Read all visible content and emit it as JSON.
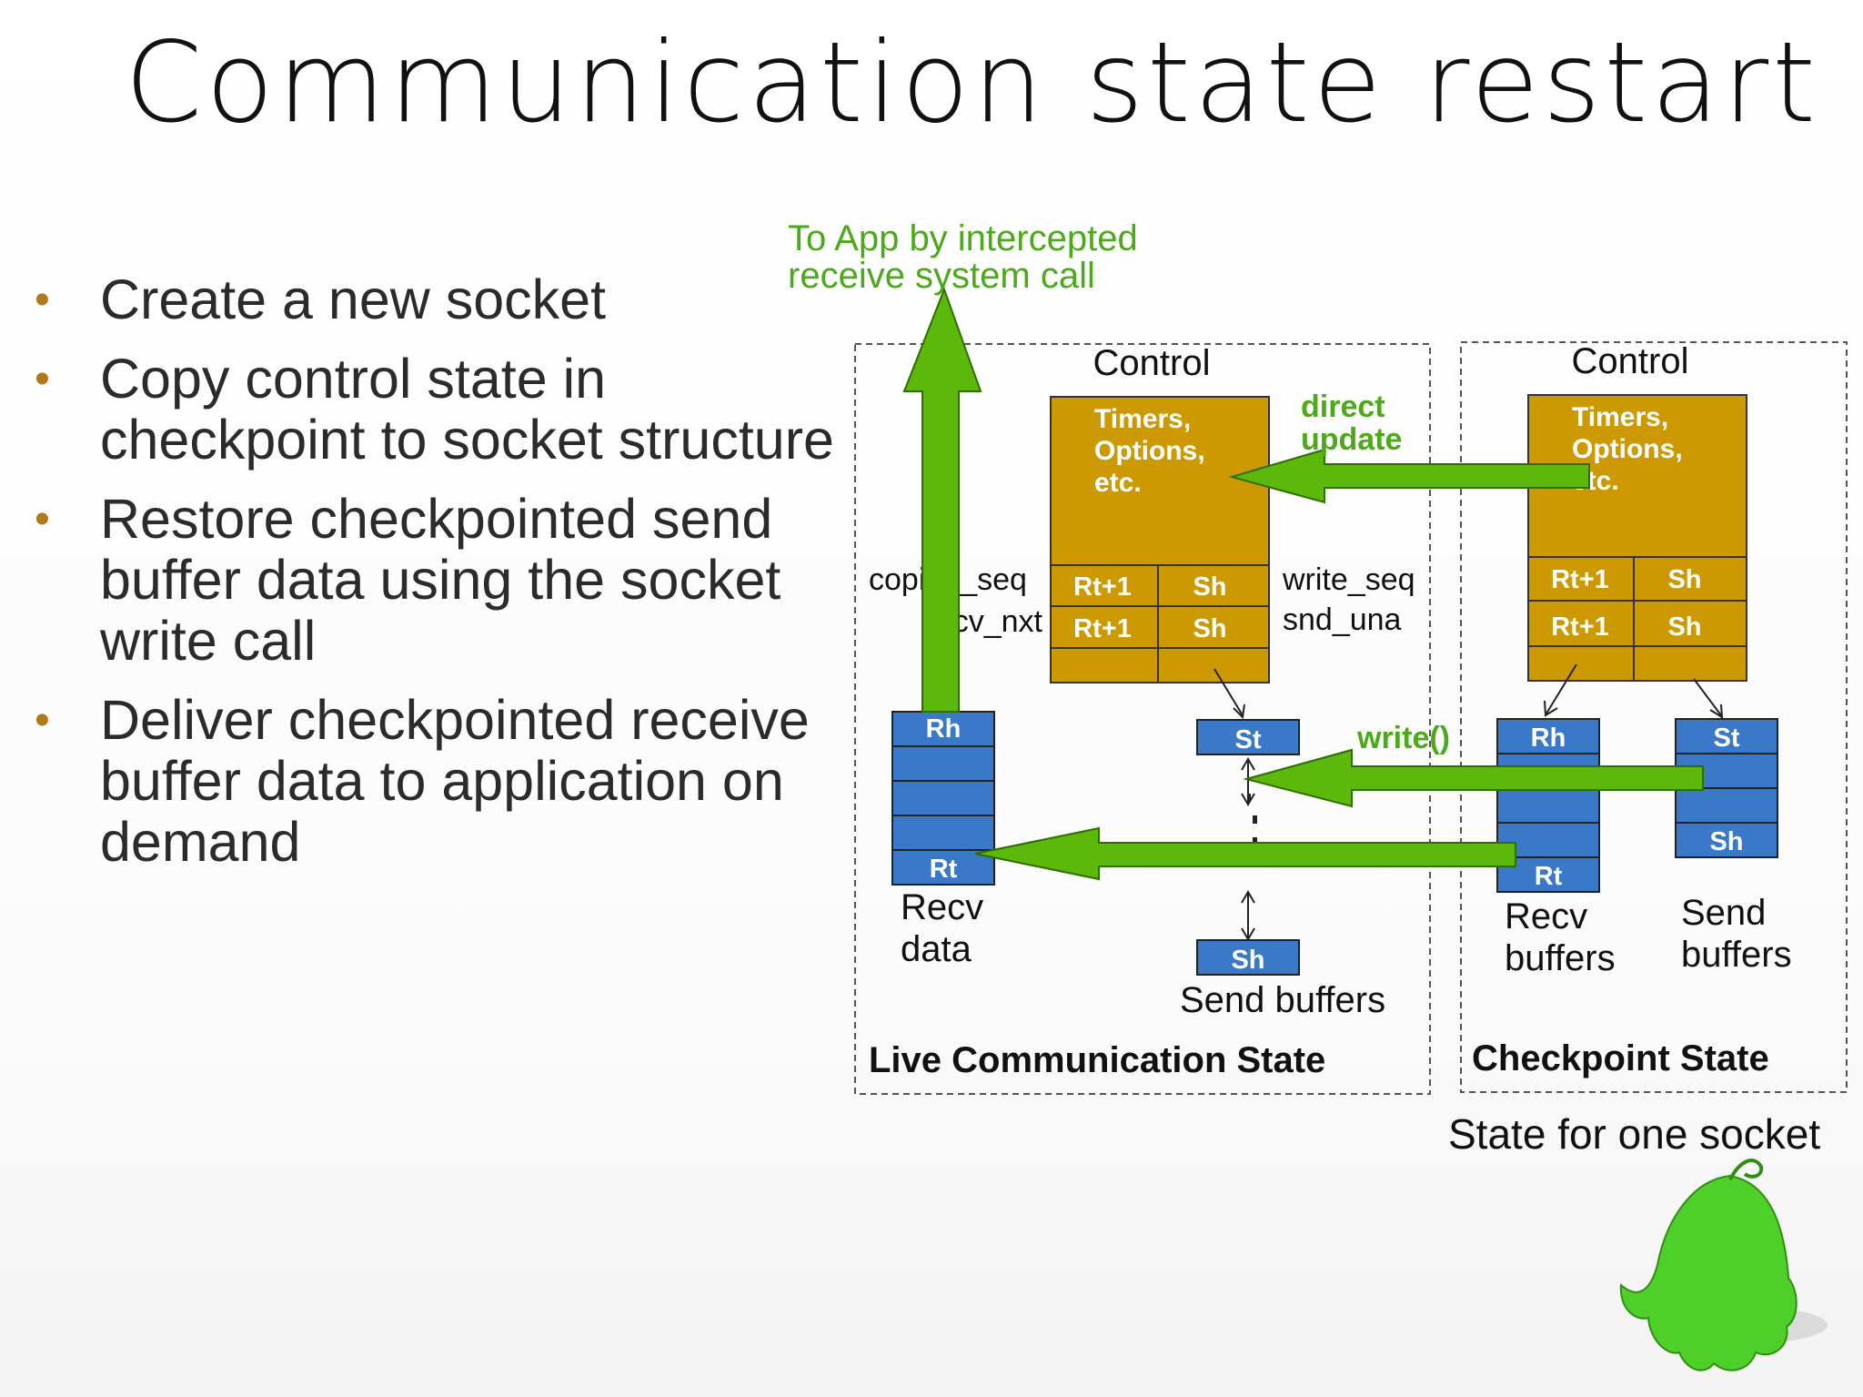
{
  "title": "Communication state restart",
  "bullets": [
    "Create a new socket",
    "Copy control state in checkpoint to socket structure",
    "Restore checkpointed send buffer data using the socket write call",
    "Deliver checkpointed receive buffer data to application on demand"
  ],
  "diagram": {
    "app_note_line1": "To App by intercepted",
    "app_note_line2": "receive system call",
    "live": {
      "control_label": "Control",
      "timers_line1": "Timers,",
      "timers_line2": "Options,",
      "timers_line3": "etc.",
      "copied_seq": "copied_seq",
      "rcv_nxt": "rcv_nxt",
      "write_seq": "write_seq",
      "snd_una": "snd_una",
      "rt1": "Rt+1",
      "sh": "Sh",
      "rh": "Rh",
      "rt": "Rt",
      "st": "St",
      "recv_line1": "Recv",
      "recv_line2": "data",
      "send_buffers": "Send buffers",
      "caption": "Live Communication State"
    },
    "checkpoint": {
      "control_label": "Control",
      "timers_line1": "Timers,",
      "timers_line2": "Options,",
      "timers_line3": "etc.",
      "rt1": "Rt+1",
      "sh": "Sh",
      "rh": "Rh",
      "rt": "Rt",
      "st": "St",
      "recv_line1": "Recv",
      "recv_line2": "buffers",
      "send_line1": "Send",
      "send_line2": "buffers",
      "caption": "Checkpoint State"
    },
    "direct_update_line1": "direct",
    "direct_update_line2": "update",
    "write_call": "write()",
    "footer": "State for one socket"
  },
  "colors": {
    "gold": "#cc9900",
    "blue": "#3a78c8",
    "arrow_green": "#5cb80a",
    "label_green": "#4caa1a",
    "mascot_green": "#4fcf2a"
  }
}
